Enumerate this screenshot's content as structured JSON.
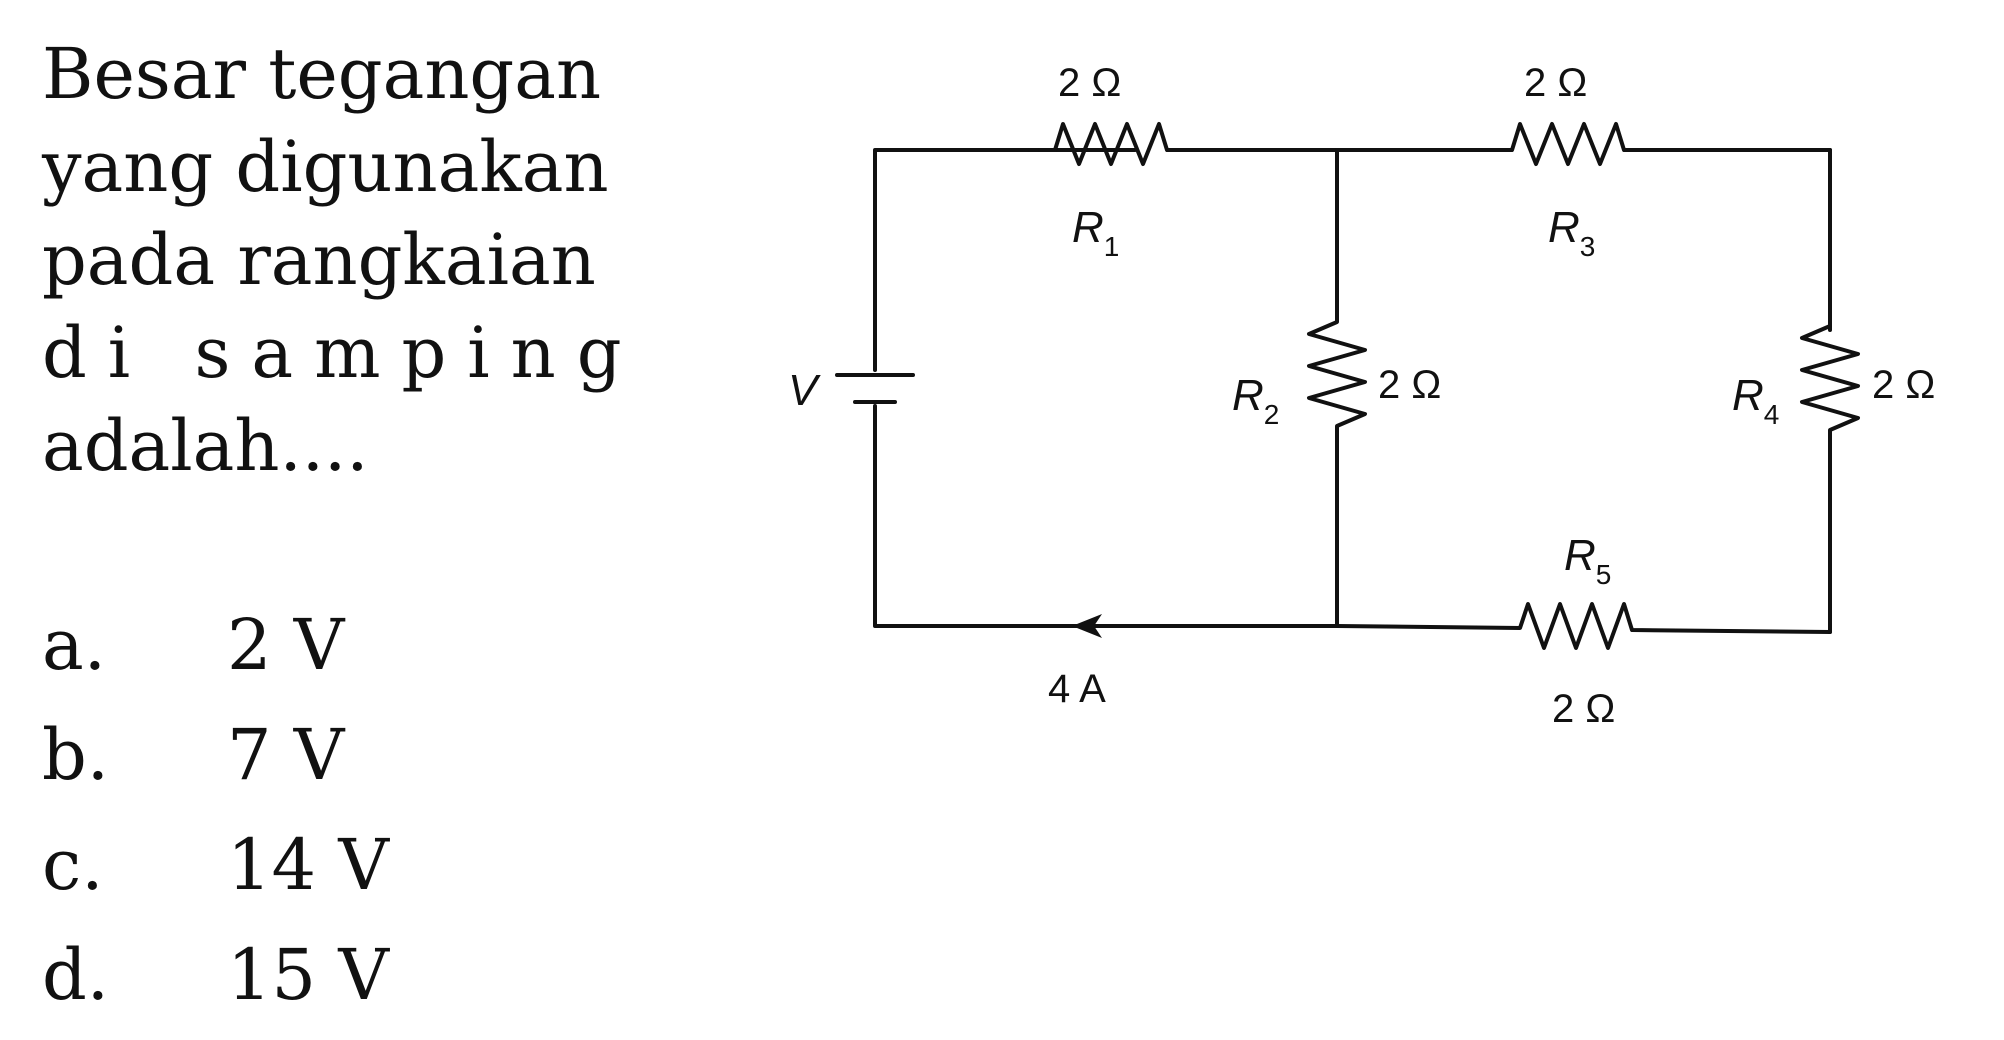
{
  "question": {
    "lines": [
      "Besar tegangan",
      "yang digunakan",
      "pada rangkaian",
      "di samping",
      "adalah...."
    ]
  },
  "options": [
    {
      "letter": "a.",
      "value": "2 V"
    },
    {
      "letter": "b.",
      "value": "7 V"
    },
    {
      "letter": "c.",
      "value": "14 V"
    },
    {
      "letter": "d.",
      "value": "15 V"
    }
  ],
  "circuit": {
    "source_label": "V",
    "current_label": "4 A",
    "resistors": [
      {
        "symbol": "R",
        "sub": "1",
        "value": "2 Ω"
      },
      {
        "symbol": "R",
        "sub": "2",
        "value": "2 Ω"
      },
      {
        "symbol": "R",
        "sub": "3",
        "value": "2 Ω"
      },
      {
        "symbol": "R",
        "sub": "4",
        "value": "2 Ω"
      },
      {
        "symbol": "R",
        "sub": "5",
        "value": "2 Ω"
      }
    ]
  }
}
